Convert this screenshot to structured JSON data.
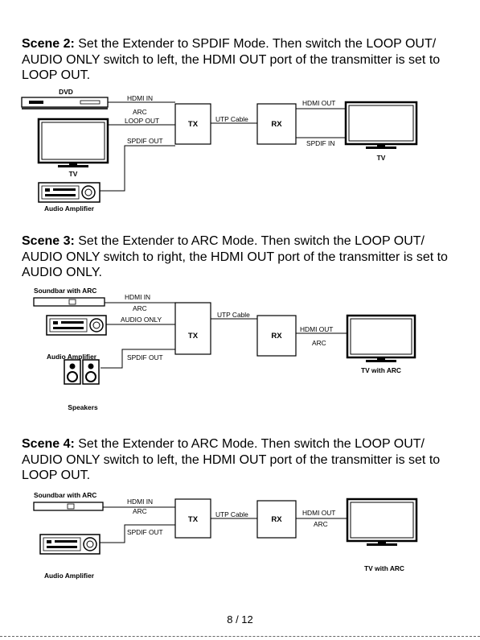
{
  "scene2": {
    "heading": "Scene 2:",
    "text": " Set the Extender to SPDIF Mode. Then switch the LOOP OUT/ AUDIO ONLY switch to left, the HDMI OUT port of the transmitter is set to LOOP OUT.",
    "labels": {
      "dvd": "DVD",
      "hdmi_in": "HDMI IN",
      "arc": "ARC",
      "loop_out": "LOOP OUT",
      "spdif_out": "SPDIF OUT",
      "tx": "TX",
      "utp": "UTP Cable",
      "rx": "RX",
      "hdmi_out": "HDMI OUT",
      "spdif_in": "SPDIF IN",
      "tv_left": "TV",
      "tv_right": "TV",
      "amp": "Audio Amplifier"
    }
  },
  "scene3": {
    "heading": "Scene 3:",
    "text": "  Set the Extender to ARC Mode. Then switch the LOOP OUT/ AUDIO ONLY switch to right, the HDMI OUT port of the transmitter is set to AUDIO ONLY.",
    "labels": {
      "soundbar": "Soundbar with ARC",
      "hdmi_in": "HDMI IN",
      "arc": "ARC",
      "audio_only": "AUDIO ONLY",
      "spdif_out": "SPDIF OUT",
      "tx": "TX",
      "utp": "UTP Cable",
      "rx": "RX",
      "hdmi_out": "HDMI OUT",
      "arc_right": "ARC",
      "amp": "Audio Amplifier",
      "speakers": "Speakers",
      "tv": "TV with ARC"
    }
  },
  "scene4": {
    "heading": "Scene 4:",
    "text": " Set the Extender to ARC Mode. Then switch the LOOP OUT/ AUDIO ONLY switch to left, the HDMI OUT port of the transmitter is set to LOOP OUT.",
    "labels": {
      "soundbar": "Soundbar with ARC",
      "hdmi_in": "HDMI IN",
      "arc": "ARC",
      "spdif_out": "SPDIF OUT",
      "tx": "TX",
      "utp": "UTP Cable",
      "rx": "RX",
      "hdmi_out": "HDMI OUT",
      "arc_right": "ARC",
      "amp": "Audio Amplifier",
      "tv": "TV with ARC"
    }
  },
  "page_number": "8 / 12"
}
